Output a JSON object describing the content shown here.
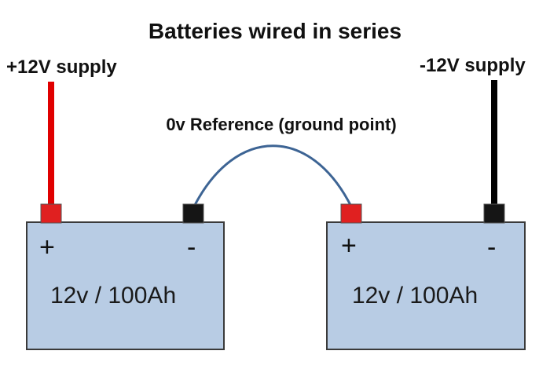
{
  "title": "Batteries wired in series",
  "supply_positive": "+12V supply",
  "supply_negative": "-12V supply",
  "reference_label": "0v Reference (ground point)",
  "batteries": [
    {
      "label": "12v / 100Ah",
      "plus": "+",
      "minus": "-"
    },
    {
      "label": "12v / 100Ah",
      "plus": "+",
      "minus": "-"
    }
  ],
  "colors": {
    "battery_fill": "#b8cce4",
    "battery_border": "#3a3a3a",
    "positive_wire": "#e00000",
    "negative_wire": "#000000",
    "link_wire": "#3d6494",
    "terminal_positive": "#e02020",
    "terminal_negative": "#151515"
  }
}
